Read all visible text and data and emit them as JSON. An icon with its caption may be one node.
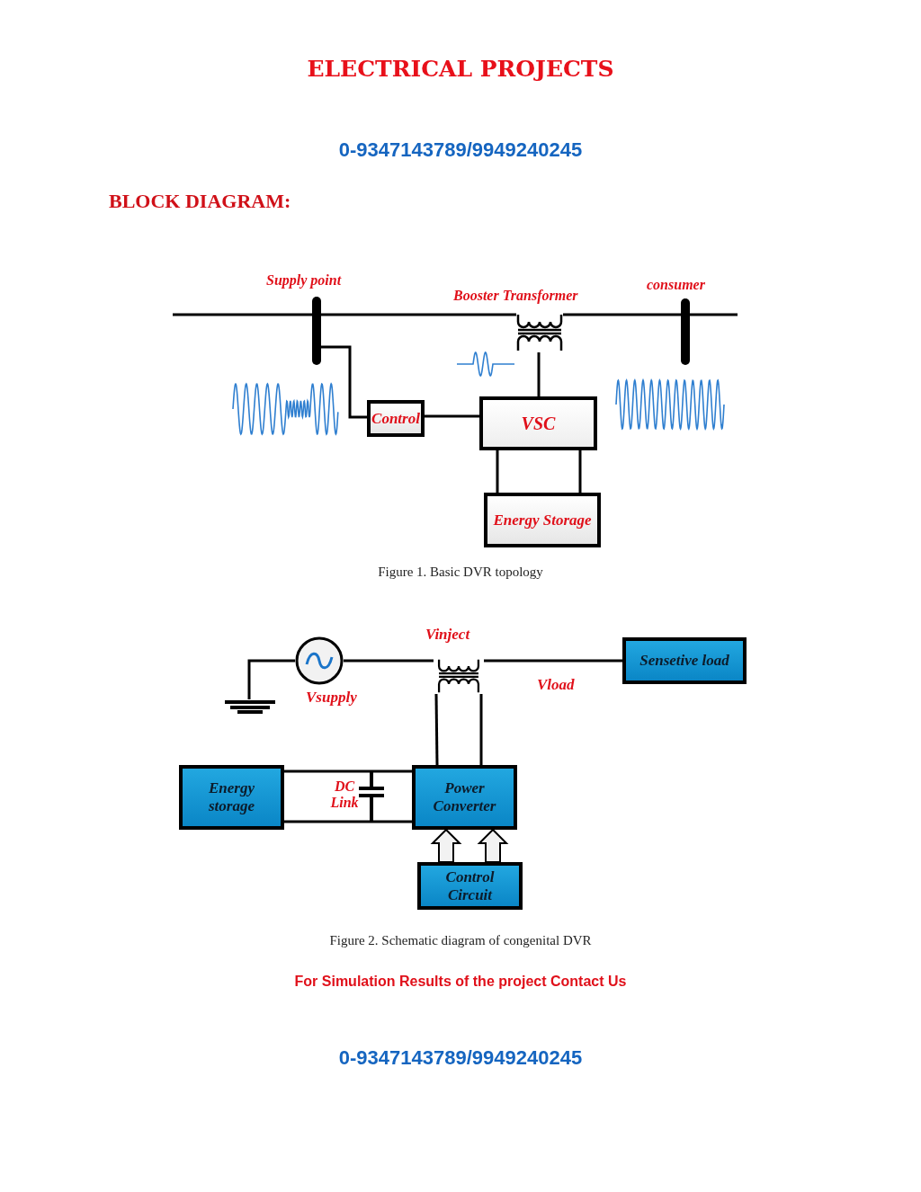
{
  "diagram": {
    "title": "ELECTRICAL PROJECTS",
    "nodes": [
      {
        "text": [],
        "shape": "bar",
        "beside": [
          "Supply point"
        ]
      },
      {
        "text": [],
        "shape": "transformer",
        "beside": [
          "Booster Transformer"
        ]
      },
      {
        "text": [],
        "shape": "bar",
        "beside": [
          "consumer"
        ]
      },
      {
        "text": [
          "Control"
        ]
      },
      {
        "text": [
          "VSC"
        ]
      },
      {
        "text": [
          "Energy Storage"
        ]
      },
      {
        "text": [],
        "shape": "circle",
        "beside": [
          "Vsupply"
        ]
      },
      {
        "text": [],
        "shape": "ground"
      },
      {
        "text": [],
        "shape": "transformer",
        "beside": [
          "Vinject"
        ]
      },
      {
        "text": [
          "Sensetive load"
        ]
      },
      {
        "text": [
          "Energy storage"
        ]
      },
      {
        "text": [
          "Power Converter"
        ]
      },
      {
        "text": [
          "Control Circuit"
        ]
      }
    ],
    "edges": [
      {
        "from": null,
        "to": 0,
        "arrow": "none"
      },
      {
        "from": 0,
        "to": 1,
        "arrow": "none"
      },
      {
        "from": 1,
        "to": 2,
        "arrow": "none"
      },
      {
        "from": 2,
        "to": null,
        "arrow": "none"
      },
      {
        "from": 0,
        "to": 3,
        "arrow": "none"
      },
      {
        "from": 1,
        "to": 4,
        "arrow": "none"
      },
      {
        "from": 3,
        "to": 4,
        "arrow": "none"
      },
      {
        "from": 4,
        "to": 5,
        "arrow": "none"
      },
      {
        "from": 4,
        "to": 5,
        "arrow": "none"
      },
      {
        "from": 7,
        "to": 6,
        "arrow": "none"
      },
      {
        "from": 6,
        "to": 8,
        "arrow": "none"
      },
      {
        "from": 8,
        "to": 9,
        "arrow": "none"
      },
      {
        "from": 8,
        "to": 11,
        "arrow": "none"
      },
      {
        "from": 8,
        "to": 11,
        "arrow": "none"
      },
      {
        "from": 10,
        "to": 11,
        "arrow": "none"
      },
      {
        "from": 10,
        "to": 11,
        "arrow": "none"
      },
      {
        "from": 12,
        "to": 11,
        "arrow": "to"
      },
      {
        "from": 12,
        "to": 11,
        "arrow": "to"
      }
    ],
    "labels": [
      "0-9347143789/9949240245",
      "BLOCK DIAGRAM:",
      "Figure 1. Basic DVR topology",
      "Vload",
      "DC Link",
      "Figure 2. Schematic diagram of congenital DVR",
      "For Simulation Results of the project Contact Us",
      "0-9347143789/9949240245"
    ]
  }
}
